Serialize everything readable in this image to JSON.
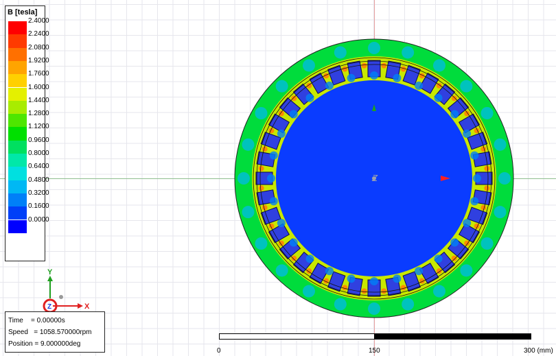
{
  "legend": {
    "title": "B [tesla]",
    "entries": [
      {
        "label": "2.4000",
        "color": "#ff0000"
      },
      {
        "label": "2.2400",
        "color": "#ff3a00"
      },
      {
        "label": "2.0800",
        "color": "#ff7000"
      },
      {
        "label": "1.9200",
        "color": "#ffa400"
      },
      {
        "label": "1.7600",
        "color": "#ffd000"
      },
      {
        "label": "1.6000",
        "color": "#e4f000"
      },
      {
        "label": "1.4400",
        "color": "#a8ec00"
      },
      {
        "label": "1.2800",
        "color": "#4ee600"
      },
      {
        "label": "1.1200",
        "color": "#00e000"
      },
      {
        "label": "0.9600",
        "color": "#00e060"
      },
      {
        "label": "0.8000",
        "color": "#00e8a8"
      },
      {
        "label": "0.6400",
        "color": "#00e0e0"
      },
      {
        "label": "0.4800",
        "color": "#00b8f4"
      },
      {
        "label": "0.3200",
        "color": "#0080f8"
      },
      {
        "label": "0.1600",
        "color": "#0040f8"
      },
      {
        "label": "0.0000",
        "color": "#0000ff"
      }
    ]
  },
  "info": {
    "time": "Time    = 0.00000s",
    "speed": "Speed   = 1058.570000rpm",
    "position": "Position = 9.000000deg"
  },
  "scale_bar": {
    "label_0": "0",
    "label_150": "150",
    "label_300": "300 (mm)"
  },
  "triad": {
    "x_label": "X",
    "y_label": "Y",
    "z_label": "Z"
  },
  "model": {
    "center_label": "Z",
    "colors": {
      "stator_yoke": "#00dc3c",
      "stator_teeth": "#c8e800",
      "stator_hotspot": "#ff8a00",
      "slot": "#3040e0",
      "rotor": "#0a3cff",
      "airgap_rings": "#101010"
    }
  }
}
